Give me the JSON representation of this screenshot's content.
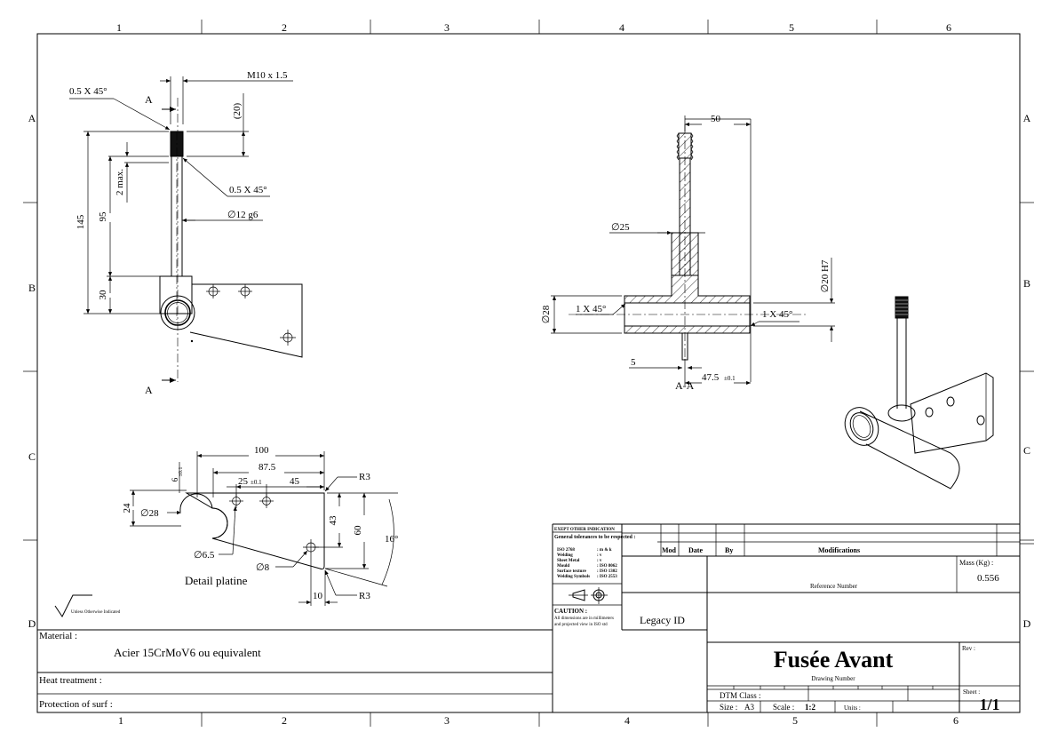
{
  "border": {
    "columns": [
      "1",
      "2",
      "3",
      "4",
      "5",
      "6"
    ],
    "rows": [
      "A",
      "B",
      "C",
      "D"
    ]
  },
  "views": {
    "front": {
      "section_mark": "A",
      "chamfer_top": "0.5 X 45°",
      "chamfer_shaft": "0.5 X 45°",
      "thread": "M10 x 1.5",
      "dim_thread_len": "(20)",
      "dim_total": "145",
      "dim_shaft": "95",
      "dim_max": "2 max.",
      "dim_diam_shaft": "∅12 g6",
      "dim_tube": "30"
    },
    "section": {
      "title": "A-A",
      "dim_50": "50",
      "dim_d25": "∅25",
      "dim_d28": "∅28",
      "dim_d20": "∅20 H7",
      "chamfer_left": "1 X 45°",
      "chamfer_right": "1 X 45°",
      "dim_5": "5",
      "dim_475": "47.5",
      "tol_475": "±0.1"
    },
    "detail": {
      "title": "Detail platine",
      "dim_100": "100",
      "dim_875": "87.5",
      "dim_25": "25",
      "tol_25": "±0.1",
      "dim_45": "45",
      "dim_6": "6",
      "tol_6": "±0.1",
      "dim_24": "24",
      "dim_d28": "∅28",
      "dim_43": "43",
      "dim_60": "60",
      "angle": "16°",
      "radius_top": "R3",
      "radius_bottom": "R3",
      "dim_d65": "∅6.5",
      "dim_d8": "∅8",
      "dim_10": "10"
    }
  },
  "surface_note": "Unless Otherwise Indicated",
  "title_block": {
    "material_label": "Material :",
    "material_value": "Acier 15CrMoV6 ou equivalent",
    "heat_label": "Heat treatment :",
    "protection_label": "Protection of surf :",
    "general_header": "EXEPT OTHER INDICATION",
    "general_tol": "General tolerances to be respected :",
    "tol_lines": [
      [
        "ISO 2768",
        ": m & k"
      ],
      [
        "Welding",
        ": v"
      ],
      [
        "Sheet Metal",
        ": v"
      ],
      [
        "Mould",
        ": ISO 8062"
      ],
      [
        "Surface texture",
        ": ISO 1302"
      ],
      [
        "Welding Symbols",
        ": ISO 2553"
      ]
    ],
    "caution_title": "CAUTION :",
    "caution_text1": "All dimensions are in millimeters",
    "caution_text2": "and projected view in ISO std",
    "legacy_id": "Legacy ID",
    "rev_headers": [
      "Mod",
      "Date",
      "By",
      "Modifications"
    ],
    "mass_label": "Mass (Kg) :",
    "mass_value": "0.556",
    "reference_number": "Reference Number",
    "title": "Fusée Avant",
    "drawing_number": "Drawing Number",
    "rev_label": "Rev :",
    "dtm_class": "DTM Class :",
    "size_label": "Size :",
    "size_value": "A3",
    "scale_label": "Scale :",
    "scale_value": "1:2",
    "units_label": "Units :",
    "sheet_label": "Sheet :",
    "sheet_value": "1/1"
  }
}
